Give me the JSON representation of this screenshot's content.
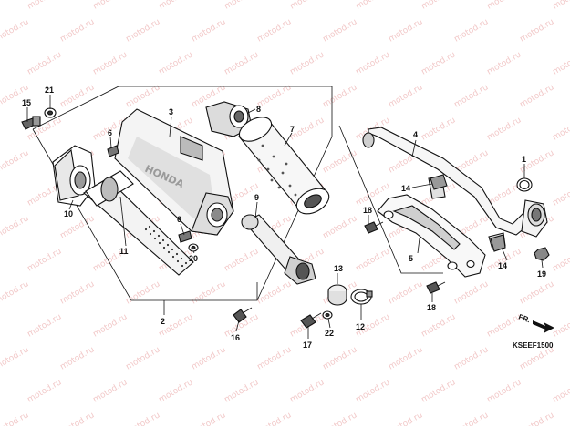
{
  "watermark": "motod.ru",
  "catalog_code": "KSEEF1500",
  "direction_label": "FR.",
  "callouts": {
    "c1": "1",
    "c2": "2",
    "c3": "3",
    "c4": "4",
    "c5": "5",
    "c6a": "6",
    "c6b": "6",
    "c7": "7",
    "c8": "8",
    "c9": "9",
    "c10": "10",
    "c11": "11",
    "c12": "12",
    "c13": "13",
    "c14a": "14",
    "c14b": "14",
    "c15": "15",
    "c16": "16",
    "c17": "17",
    "c18a": "18",
    "c18b": "18",
    "c19": "19",
    "c20": "20",
    "c21": "21",
    "c22": "22"
  }
}
